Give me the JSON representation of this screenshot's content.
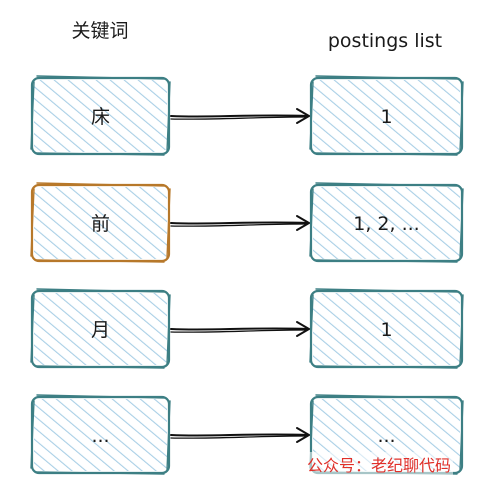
{
  "headers": {
    "keyword": "关键词",
    "postings": "postings list"
  },
  "rows": [
    {
      "keyword": "床",
      "postings": "1",
      "keyword_stroke": "#3d7f84"
    },
    {
      "keyword": "前",
      "postings": "1, 2, ...",
      "keyword_stroke": "#b7782a"
    },
    {
      "keyword": "月",
      "postings": "1",
      "keyword_stroke": "#3d7f84"
    },
    {
      "keyword": "...",
      "postings": "...",
      "keyword_stroke": "#3d7f84"
    }
  ],
  "colors": {
    "box_stroke": "#3d7f84",
    "highlight_stroke": "#b7782a",
    "hatch": "#a9cfe6",
    "arrow": "#111111"
  },
  "watermark": "公众号：老纪聊代码"
}
